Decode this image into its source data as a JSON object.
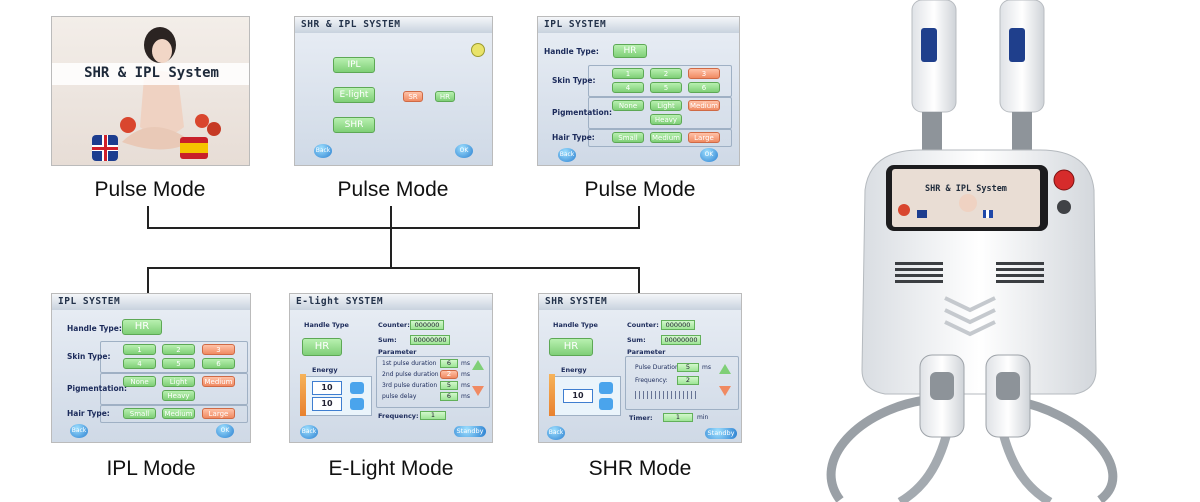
{
  "captions": {
    "top1": "Pulse Mode",
    "top2": "Pulse Mode",
    "top3": "Pulse Mode",
    "bottom1": "IPL Mode",
    "bottom2": "E-Light Mode",
    "bottom3": "SHR Mode"
  },
  "splash": {
    "title": "SHR & IPL System"
  },
  "menu": {
    "header": "SHR & IPL SYSTEM",
    "ipl": "IPL",
    "elight": "E-light",
    "shr": "SHR",
    "sub_shr": "SR",
    "sub_hr": "HR",
    "back": "Back",
    "ok": "OK"
  },
  "ipl": {
    "header": "IPL SYSTEM",
    "handle_type_label": "Handle Type:",
    "handle_value": "HR",
    "skin_type_label": "Skin Type:",
    "skin_values": [
      "1",
      "2",
      "3",
      "4",
      "5",
      "6"
    ],
    "pigmentation_label": "Pigmentation:",
    "pigmentation_values": [
      "None",
      "Light",
      "Medium",
      "Heavy"
    ],
    "hair_type_label": "Hair Type:",
    "hair_values": [
      "Small",
      "Medium",
      "Large"
    ],
    "back": "Back",
    "ok": "OK"
  },
  "elight": {
    "header": "E-light SYSTEM",
    "handle_type_label": "Handle Type",
    "handle_value": "HR",
    "counter_label": "Counter:",
    "counter_value": "000000",
    "sum_label": "Sum:",
    "sum_value": "00000000",
    "parameter_label": "Parameter",
    "params": [
      {
        "label": "1st pulse duration",
        "value": "6",
        "unit": "ms"
      },
      {
        "label": "2nd pulse duration",
        "value": "2",
        "unit": "ms"
      },
      {
        "label": "3rd pulse duration",
        "value": "5",
        "unit": "ms"
      },
      {
        "label": "pulse delay",
        "value": "6",
        "unit": "ms"
      }
    ],
    "energy_label": "Energy",
    "energy_a": "10",
    "energy_b": "10",
    "frequency_label": "Frequency:",
    "frequency_value": "1",
    "back": "Back",
    "standby": "Standby"
  },
  "shr": {
    "header": "SHR SYSTEM",
    "handle_type_label": "Handle Type",
    "handle_value": "HR",
    "counter_label": "Counter:",
    "counter_value": "000000",
    "sum_label": "Sum:",
    "sum_value": "00000000",
    "parameter_label": "Parameter",
    "pulse_duration_label": "Pulse Duration:",
    "pulse_duration_value": "5",
    "pulse_duration_unit": "ms",
    "frequency_label": "Frequency:",
    "frequency_value": "2",
    "energy_label": "Energy",
    "energy_value": "10",
    "timer_label": "Timer:",
    "timer_value": "1",
    "timer_unit": "min",
    "back": "Back",
    "standby": "Standby"
  },
  "device": {
    "screen_title": "SHR & IPL System"
  },
  "colors": {
    "green_button": "#7fcf77",
    "orange_button": "#f08a62",
    "panel_blue": "#cfd9e6",
    "header_text": "#23324a"
  }
}
